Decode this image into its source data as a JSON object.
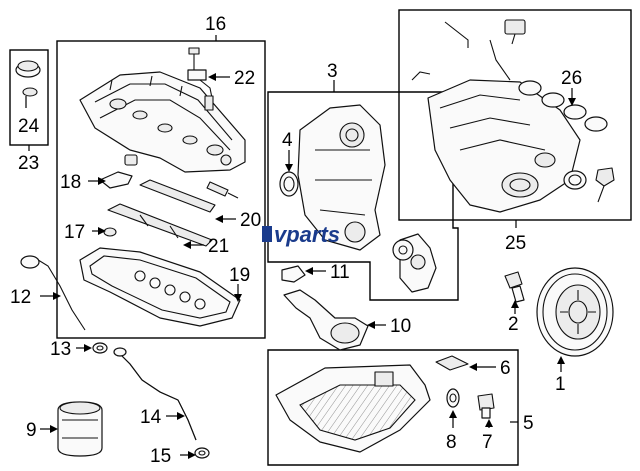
{
  "watermark": {
    "text": "vparts",
    "brand_color": "#1a3b8c"
  },
  "callouts": [
    {
      "id": "c1",
      "label": "1"
    },
    {
      "id": "c2",
      "label": "2"
    },
    {
      "id": "c3",
      "label": "3"
    },
    {
      "id": "c4",
      "label": "4"
    },
    {
      "id": "c5",
      "label": "5"
    },
    {
      "id": "c6",
      "label": "6"
    },
    {
      "id": "c7",
      "label": "7"
    },
    {
      "id": "c8",
      "label": "8"
    },
    {
      "id": "c9",
      "label": "9"
    },
    {
      "id": "c10",
      "label": "10"
    },
    {
      "id": "c11",
      "label": "11"
    },
    {
      "id": "c12",
      "label": "12"
    },
    {
      "id": "c13",
      "label": "13"
    },
    {
      "id": "c14",
      "label": "14"
    },
    {
      "id": "c15",
      "label": "15"
    },
    {
      "id": "c16",
      "label": "16"
    },
    {
      "id": "c17",
      "label": "17"
    },
    {
      "id": "c18",
      "label": "18"
    },
    {
      "id": "c19",
      "label": "19"
    },
    {
      "id": "c20",
      "label": "20"
    },
    {
      "id": "c21",
      "label": "21"
    },
    {
      "id": "c22",
      "label": "22"
    },
    {
      "id": "c23",
      "label": "23"
    },
    {
      "id": "c24",
      "label": "24"
    },
    {
      "id": "c25",
      "label": "25"
    },
    {
      "id": "c26",
      "label": "26"
    }
  ]
}
